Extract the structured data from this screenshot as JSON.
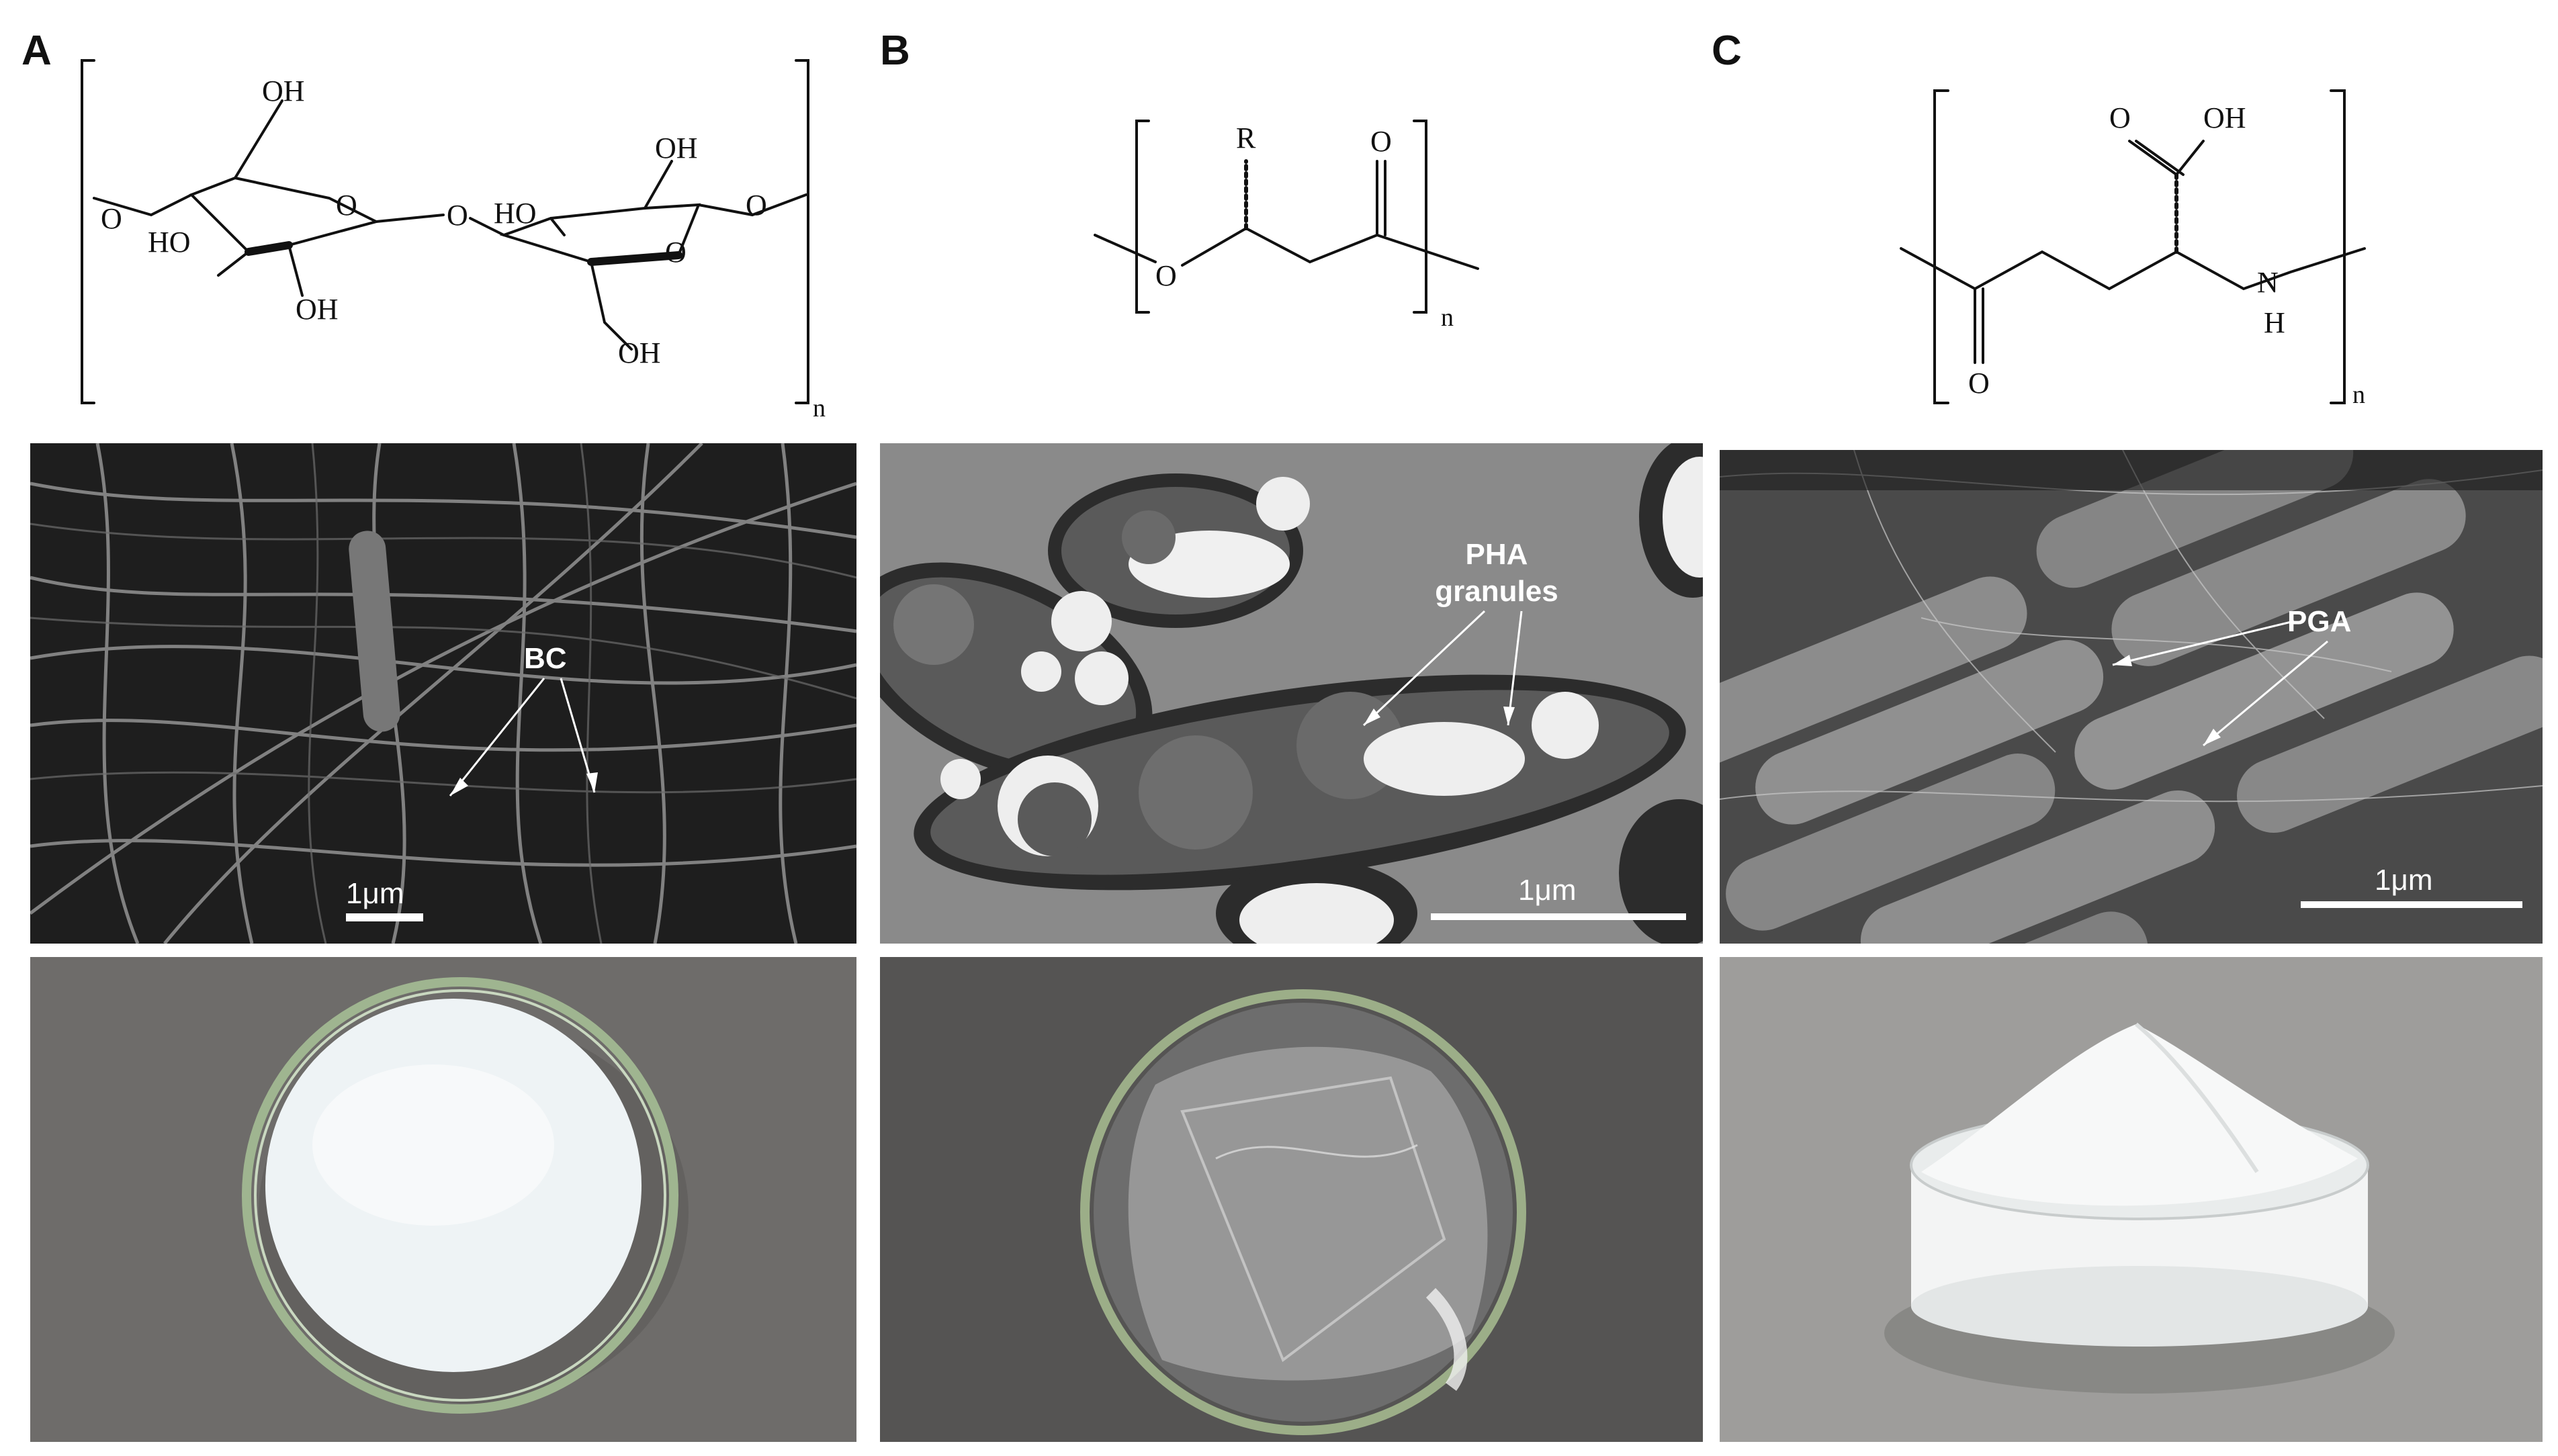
{
  "panels": {
    "A": {
      "letter": "A",
      "structure": {
        "atoms": {
          "o_oxygen": "O",
          "oh": "OH",
          "ho": "HO",
          "subscript": "n"
        }
      },
      "micrograph": {
        "label": "BC",
        "scale_text": "1μm"
      }
    },
    "B": {
      "letter": "B",
      "structure": {
        "atoms": {
          "r": "R",
          "o": "O",
          "subscript": "n"
        }
      },
      "micrograph": {
        "label_line1": "PHA",
        "label_line2": "granules",
        "scale_text": "1μm"
      }
    },
    "C": {
      "letter": "C",
      "structure": {
        "atoms": {
          "o": "O",
          "oh": "OH",
          "n": "N",
          "h": "H",
          "subscript": "n"
        }
      },
      "micrograph": {
        "label": "PGA",
        "scale_text": "1μm"
      }
    }
  },
  "colors": {
    "micrograph_dark": "#1e1e1e",
    "tem_background": "#8a8a8a",
    "photo_background": "#6e6c6a",
    "annotation": "#ffffff"
  }
}
